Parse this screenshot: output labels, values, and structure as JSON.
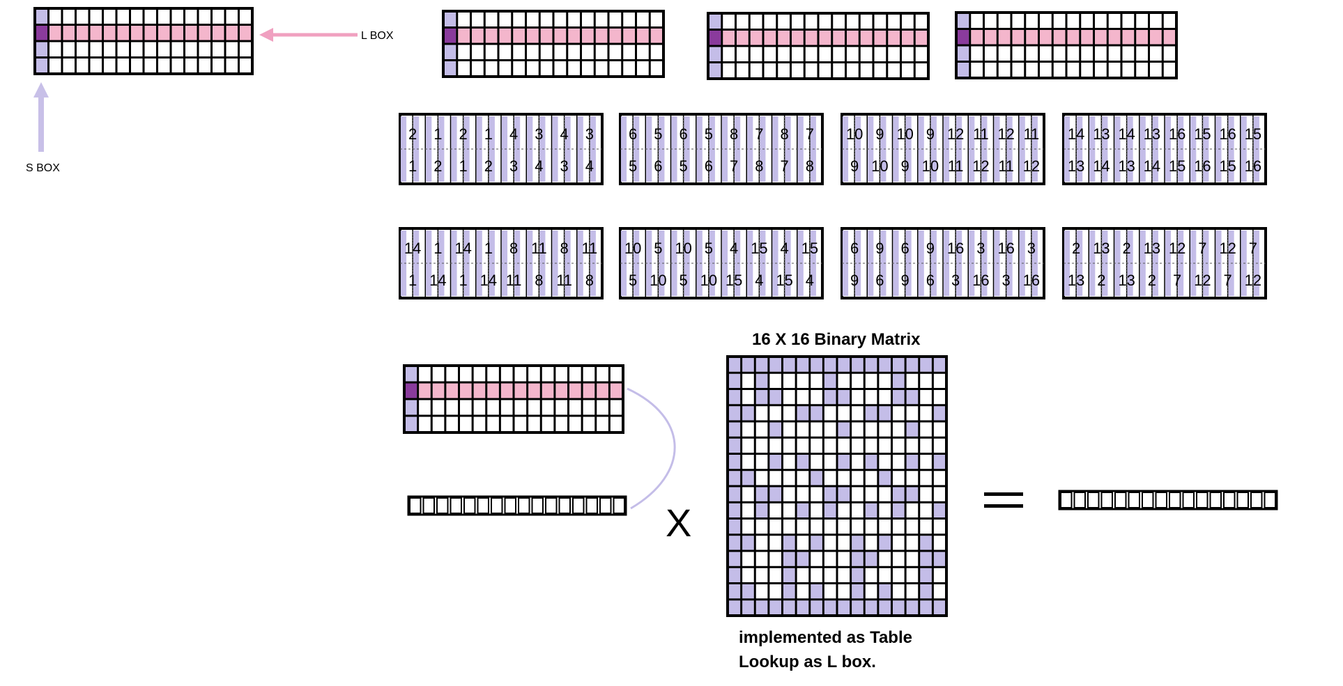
{
  "labels": {
    "l_box": "L BOX",
    "s_box": "S BOX",
    "matrix_title": "16 X 16 Binary Matrix",
    "multiply_sign": "X",
    "caption_line1": "implemented as Table",
    "caption_line2": "Lookup as L box."
  },
  "colors": {
    "lavender": "#c4bde8",
    "pink": "#f4b6cc",
    "purple": "#8a3b9c",
    "arrow_pink": "#f0a0c0",
    "arrow_lavender": "#c8c0e8",
    "border": "#000000"
  },
  "swap_groups": {
    "row2": [
      {
        "top": [
          "2",
          "1",
          "2",
          "1",
          "4",
          "3",
          "4",
          "3"
        ],
        "bottom": [
          "1",
          "2",
          "1",
          "2",
          "3",
          "4",
          "3",
          "4"
        ]
      },
      {
        "top": [
          "6",
          "5",
          "6",
          "5",
          "8",
          "7",
          "8",
          "7"
        ],
        "bottom": [
          "5",
          "6",
          "5",
          "6",
          "7",
          "8",
          "7",
          "8"
        ]
      },
      {
        "top": [
          "10",
          "9",
          "10",
          "9",
          "12",
          "11",
          "12",
          "11"
        ],
        "bottom": [
          "9",
          "10",
          "9",
          "10",
          "11",
          "12",
          "11",
          "12"
        ]
      },
      {
        "top": [
          "14",
          "13",
          "14",
          "13",
          "16",
          "15",
          "16",
          "15"
        ],
        "bottom": [
          "13",
          "14",
          "13",
          "14",
          "15",
          "16",
          "15",
          "16"
        ]
      }
    ],
    "row3": [
      {
        "top": [
          "14",
          "1",
          "14",
          "1",
          "8",
          "11",
          "8",
          "11"
        ],
        "bottom": [
          "1",
          "14",
          "1",
          "14",
          "11",
          "8",
          "11",
          "8"
        ]
      },
      {
        "top": [
          "10",
          "5",
          "10",
          "5",
          "4",
          "15",
          "4",
          "15"
        ],
        "bottom": [
          "5",
          "10",
          "5",
          "10",
          "15",
          "4",
          "15",
          "4"
        ]
      },
      {
        "top": [
          "6",
          "9",
          "6",
          "9",
          "16",
          "3",
          "16",
          "3"
        ],
        "bottom": [
          "9",
          "6",
          "9",
          "6",
          "3",
          "16",
          "3",
          "16"
        ]
      },
      {
        "top": [
          "2",
          "13",
          "2",
          "13",
          "12",
          "7",
          "12",
          "7"
        ],
        "bottom": [
          "13",
          "2",
          "13",
          "2",
          "7",
          "12",
          "7",
          "12"
        ]
      }
    ]
  }
}
